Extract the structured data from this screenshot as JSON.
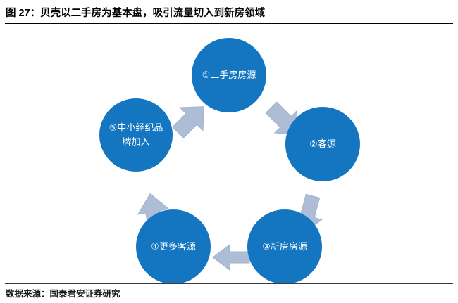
{
  "figure": {
    "title": "图 27：贝壳以二手房为基本盘，吸引流量切入到新房领域",
    "source_label": "数据来源：国泰君安证券研究"
  },
  "colors": {
    "node_fill": "#1476C0",
    "node_text": "#FFFFFF",
    "arrow_fill": "#AEBDD6",
    "arrow_stroke": "#9BAECB",
    "title_text": "#000000",
    "rule": "#000000",
    "background": "#FFFFFF"
  },
  "diagram": {
    "type": "cycle",
    "direction": "clockwise",
    "node_count": 5,
    "nodes": [
      {
        "id": "node-1",
        "order": "①",
        "label": "①二手房房源",
        "position": "top"
      },
      {
        "id": "node-2",
        "order": "②",
        "label": "②客源",
        "position": "right"
      },
      {
        "id": "node-3",
        "order": "③",
        "label": "③新房房源",
        "position": "bottom-right"
      },
      {
        "id": "node-4",
        "order": "④",
        "label": "④更多客源",
        "position": "bottom-left"
      },
      {
        "id": "node-5",
        "order": "⑤",
        "label": "⑤中小经纪品牌加入",
        "position": "left"
      }
    ],
    "arrows": [
      {
        "id": "arrow-5-1",
        "from": "node-5",
        "to": "node-1",
        "direction": "up-right"
      },
      {
        "id": "arrow-1-2",
        "from": "node-1",
        "to": "node-2",
        "direction": "down-right"
      },
      {
        "id": "arrow-2-3",
        "from": "node-2",
        "to": "node-3",
        "direction": "down-left"
      },
      {
        "id": "arrow-3-4",
        "from": "node-3",
        "to": "node-4",
        "direction": "left"
      },
      {
        "id": "arrow-4-5",
        "from": "node-4",
        "to": "node-5",
        "direction": "up"
      }
    ]
  }
}
